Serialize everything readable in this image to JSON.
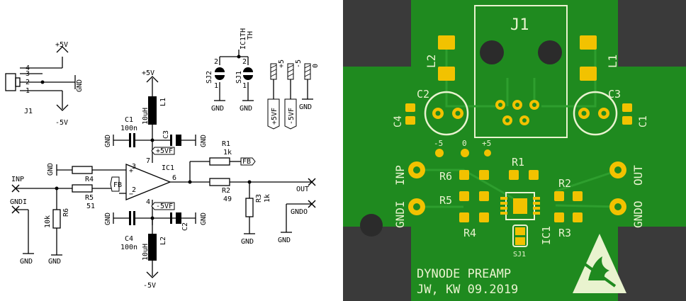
{
  "schematic": {
    "connector": {
      "ref": "J1",
      "pins": [
        "4",
        "3",
        "2",
        "1"
      ]
    },
    "power": {
      "plus5": "+5V",
      "minus5": "-5V",
      "gnd": "GND"
    },
    "ic": {
      "ref": "IC1",
      "pin_plus": "3",
      "pin_minus": "2",
      "pin_7": "7",
      "pin_4": "4",
      "pin_6": "6",
      "plus": "+",
      "minus": "−"
    },
    "l1": {
      "ref": "L1",
      "value": "10uH"
    },
    "l2": {
      "ref": "L2",
      "value": "10uH"
    },
    "c1": {
      "ref": "C1",
      "value": "100n"
    },
    "c2": {
      "ref": "C2"
    },
    "c3": {
      "ref": "C3"
    },
    "c4": {
      "ref": "C4",
      "value": "100n"
    },
    "r1": {
      "ref": "R1",
      "value": "1k"
    },
    "r2": {
      "ref": "R2",
      "value": "49"
    },
    "r3": {
      "ref": "R3",
      "value": "1k"
    },
    "r4": {
      "ref": "R4"
    },
    "r5": {
      "ref": "R5",
      "value": "51"
    },
    "r6": {
      "ref": "R6",
      "value": "10k"
    },
    "sj1": {
      "ref": "SJ1",
      "pin1": "1",
      "pin2": "2"
    },
    "sj2": {
      "ref": "SJ2",
      "pin1": "1",
      "pin2": "2"
    },
    "ic1th": {
      "ref": "IC1TH",
      "sub": "TH"
    },
    "flags": {
      "plus5vf": "+5VF",
      "minus5vf": "-5VF",
      "fb": "FB",
      "p5": "+5",
      "m5": "-5",
      "zero": "0"
    },
    "ports": {
      "inp": "INP",
      "gndi": "GNDI",
      "out": "OUT",
      "gndo": "GNDO"
    }
  },
  "pcb": {
    "title": "J1",
    "labels": {
      "l1": "L1",
      "l2": "L2",
      "c1": "C1",
      "c2": "C2",
      "c3": "C3",
      "c4": "C4",
      "r1": "R1",
      "r2": "R2",
      "r3": "R3",
      "r4": "R4",
      "r5": "R5",
      "r6": "R6",
      "ic1": "IC1",
      "sj1": "SJ1",
      "inp": "INP",
      "gndi": "GNDI",
      "out": "OUT",
      "gndo": "GNDO",
      "m5": "-5",
      "zero": "0",
      "p5": "+5"
    },
    "footer_line1": "DYNODE PREAMP",
    "footer_line2": "JW, KW 09.2019",
    "esd_icon": "esd-warning-icon",
    "colors": {
      "board": "#1f8a1f",
      "trace": "#2e9e2e",
      "pad": "#f2c200",
      "silk": "#e9f3cf",
      "mask_gray": "#3a3a3a",
      "hole": "#2b2b2b"
    }
  }
}
